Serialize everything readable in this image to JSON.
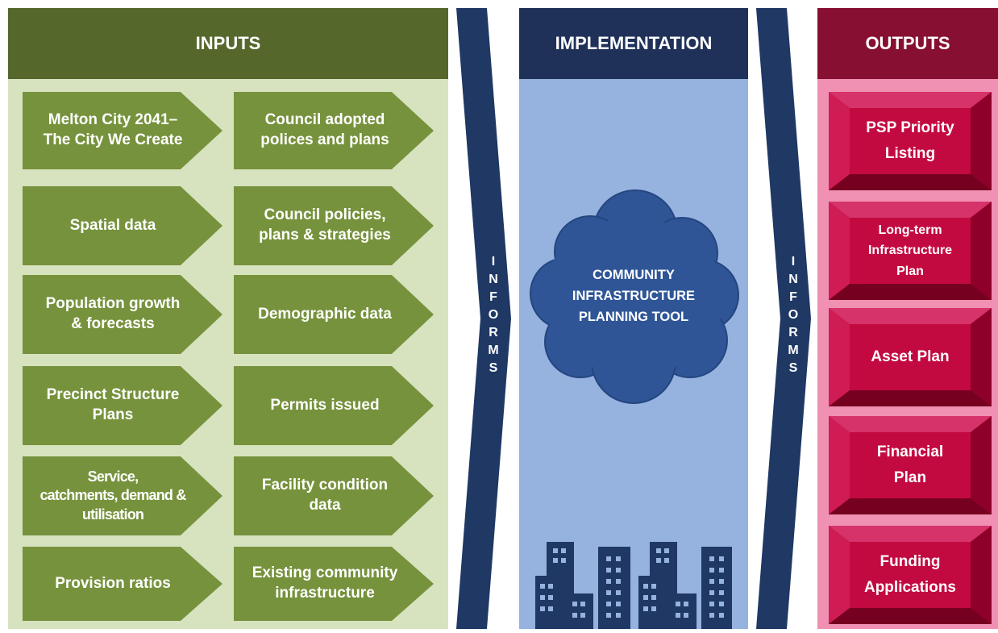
{
  "columns": {
    "inputs": "INPUTS",
    "implementation": "IMPLEMENTATION",
    "outputs": "OUTPUTS"
  },
  "inputs": {
    "rows": [
      {
        "left": [
          "Melton City 2041–",
          "The City We Create"
        ],
        "right": [
          "Council adopted",
          "polices and plans"
        ]
      },
      {
        "left": [
          "Spatial data"
        ],
        "right": [
          "Council policies,",
          "plans & strategies"
        ]
      },
      {
        "left": [
          "Population growth",
          "& forecasts"
        ],
        "right": [
          "Demographic data"
        ]
      },
      {
        "left": [
          "Precinct Structure",
          "Plans"
        ],
        "right": [
          "Permits issued"
        ]
      },
      {
        "left": [
          "Service,",
          "catchments,  demand &",
          "utilisation"
        ],
        "right": [
          "Facility condition",
          "data"
        ]
      },
      {
        "left": [
          "Provision ratios"
        ],
        "right": [
          "Existing community",
          "infrastructure"
        ]
      }
    ]
  },
  "informs_left": [
    "I",
    "N",
    "F",
    "O",
    "R",
    "M",
    "S"
  ],
  "informs_right": [
    "I",
    "N",
    "F",
    "O",
    "R",
    "M",
    "S"
  ],
  "implementation": {
    "cloud_lines": [
      "COMMUNITY",
      "INFRASTRUCTURE",
      "PLANNING TOOL"
    ]
  },
  "outputs": [
    [
      "PSP Priority",
      "Listing"
    ],
    [
      "Long-term",
      "Infrastructure",
      "Plan"
    ],
    [
      "Asset Plan"
    ],
    [
      "Financial",
      "Plan"
    ],
    [
      "Funding",
      "Applications"
    ]
  ],
  "colors": {
    "inputs_header": "#56672c",
    "inputs_panel": "#d7e3bf",
    "input_chevron": "#76923c",
    "arrow": "#1f3864",
    "implementation_header": "#1f3158",
    "implementation_panel": "#96b2df",
    "cloud": "#2f5597",
    "outputs_header": "#870f31",
    "outputs_panel": "#f090b3",
    "output_button": "#c0003c"
  }
}
